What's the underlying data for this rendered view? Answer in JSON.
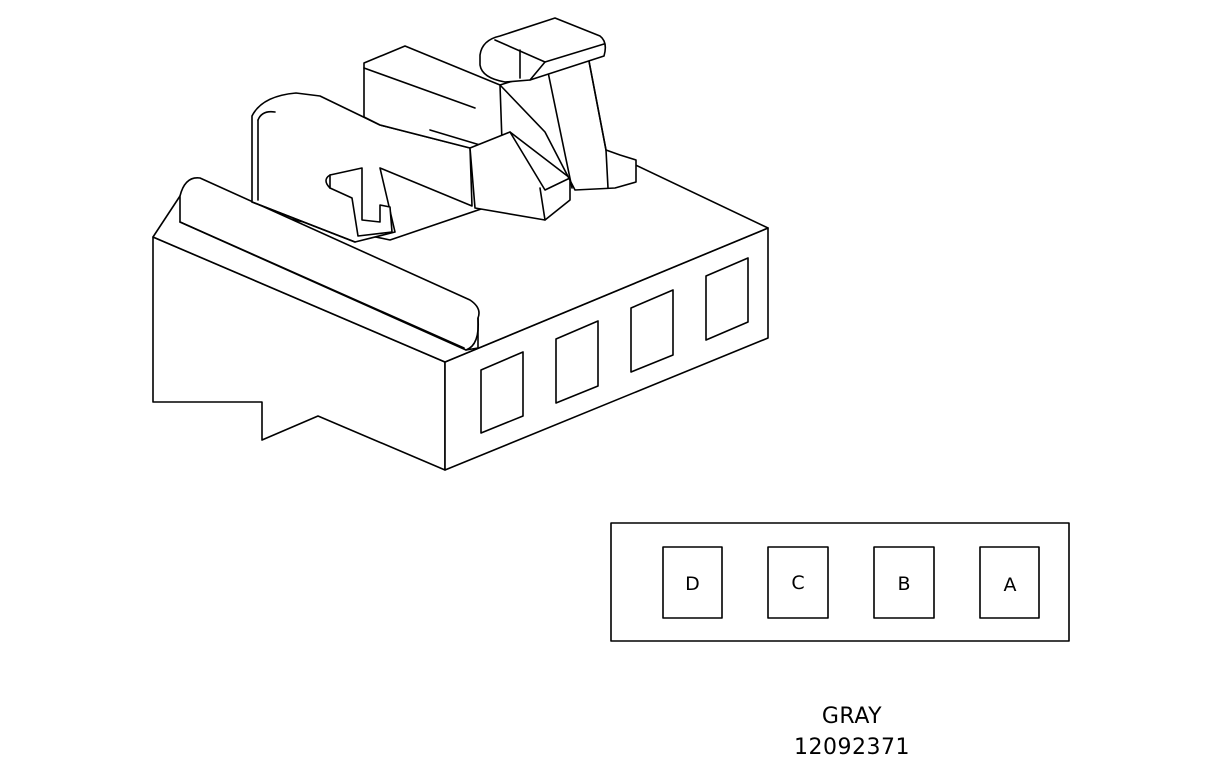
{
  "connector": {
    "color_label": "GRAY",
    "part_number": "12092371",
    "cavities": [
      {
        "label": "D"
      },
      {
        "label": "C"
      },
      {
        "label": "B"
      },
      {
        "label": "A"
      }
    ]
  },
  "colors": {
    "line": "#000000",
    "background": "#ffffff"
  }
}
